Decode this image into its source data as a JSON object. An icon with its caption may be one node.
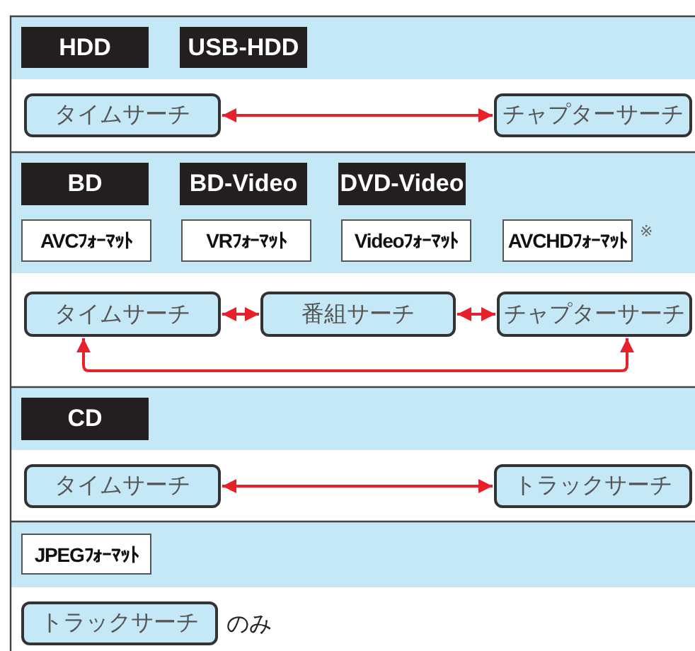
{
  "diagram": {
    "nodes": [
      {
        "text": [
          "HDD"
        ]
      },
      {
        "text": [
          "USB-HDD"
        ]
      },
      {
        "text": [
          "タイムサーチ"
        ]
      },
      {
        "text": [
          "チャプターサーチ"
        ]
      },
      {
        "text": [
          "BD"
        ]
      },
      {
        "text": [
          "BD-Video"
        ]
      },
      {
        "text": [
          "DVD-Video"
        ]
      },
      {
        "text": [
          "AVCﾌｫｰﾏｯﾄ"
        ]
      },
      {
        "text": [
          "VRﾌｫｰﾏｯﾄ"
        ]
      },
      {
        "text": [
          "Videoﾌｫｰﾏｯﾄ"
        ]
      },
      {
        "text": [
          "AVCHDﾌｫｰﾏｯﾄ"
        ],
        "beside": [
          "※"
        ]
      },
      {
        "text": [
          "タイムサーチ"
        ]
      },
      {
        "text": [
          "番組サーチ"
        ]
      },
      {
        "text": [
          "チャプターサーチ"
        ]
      },
      {
        "text": [
          "CD"
        ]
      },
      {
        "text": [
          "タイムサーチ"
        ]
      },
      {
        "text": [
          "トラックサーチ"
        ]
      },
      {
        "text": [
          "JPEGﾌｫｰﾏｯﾄ"
        ]
      },
      {
        "text": [
          "トラックサーチ"
        ],
        "beside": [
          "のみ"
        ]
      }
    ],
    "edges": [
      {
        "from": 2,
        "to": 3,
        "arrow": "both",
        "color": "#e8202a"
      },
      {
        "from": 11,
        "to": 12,
        "arrow": "both",
        "color": "#e8202a"
      },
      {
        "from": 12,
        "to": 13,
        "arrow": "both",
        "color": "#e8202a"
      },
      {
        "from": 11,
        "to": 13,
        "arrow": "both",
        "color": "#e8202a"
      },
      {
        "from": 15,
        "to": 16,
        "arrow": "both",
        "color": "#e8202a"
      }
    ]
  }
}
